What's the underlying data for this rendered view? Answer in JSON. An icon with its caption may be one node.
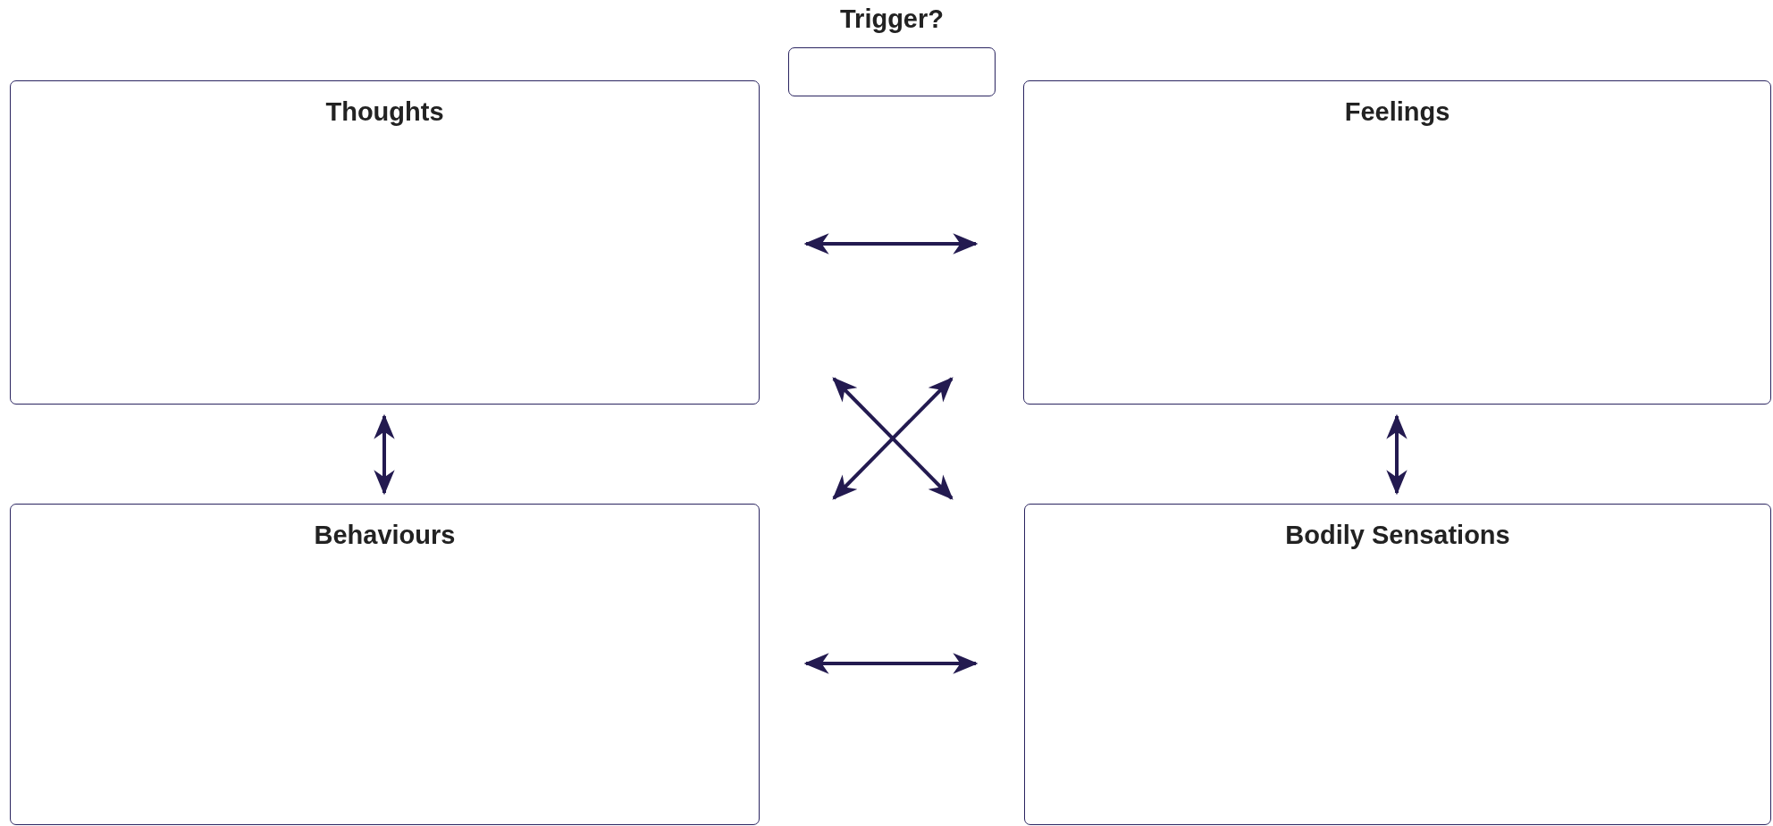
{
  "diagram": {
    "nodes": [
      {
        "text": [
          "Trigger?"
        ]
      },
      {
        "text": [
          "Thoughts"
        ]
      },
      {
        "text": [
          "Feelings"
        ]
      },
      {
        "text": [
          "Behaviours"
        ]
      },
      {
        "text": [
          "Bodily Sensations"
        ]
      }
    ],
    "edges": [
      {
        "from": 1,
        "to": 2,
        "arrow": "both"
      },
      {
        "from": 1,
        "to": 3,
        "arrow": "both"
      },
      {
        "from": 2,
        "to": 4,
        "arrow": "both"
      },
      {
        "from": 1,
        "to": 4,
        "arrow": "both"
      },
      {
        "from": 2,
        "to": 3,
        "arrow": "both"
      },
      {
        "from": 3,
        "to": 4,
        "arrow": "both"
      }
    ]
  }
}
